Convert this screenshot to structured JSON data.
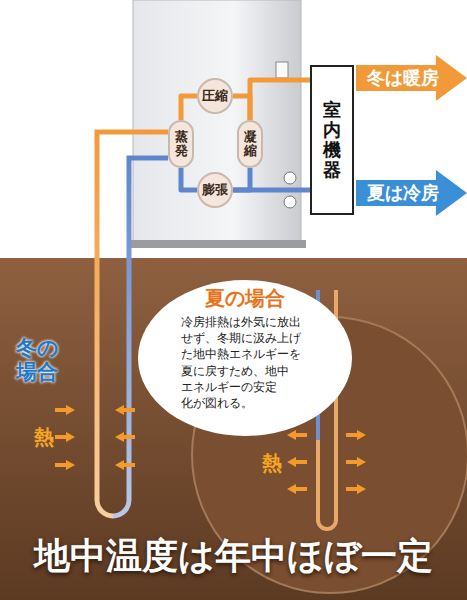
{
  "diagram": {
    "caption": "地中温度は年中ほぼ一定",
    "nodes": [
      {
        "text": [
          "圧縮"
        ]
      },
      {
        "text": [
          "蒸発"
        ]
      },
      {
        "text": [
          "凝縮"
        ]
      },
      {
        "text": [
          "膨張"
        ]
      },
      {
        "text": [
          "室内機器"
        ]
      },
      {
        "text": [
          "冬は暖房"
        ]
      },
      {
        "text": [
          "夏は冷房"
        ]
      },
      {
        "text": [
          "夏の場合",
          "冷房排熱は外気に放出 せず、冬期に汲み上げ た地中熱エネルギーを 夏に戻すため、地中 エネルギーの安定 化が図れる。"
        ]
      }
    ],
    "edges": [
      {
        "from": 0,
        "to": 1,
        "arrow": "none"
      },
      {
        "from": 0,
        "to": 2,
        "arrow": "none"
      },
      {
        "from": 1,
        "to": 3,
        "arrow": "none"
      },
      {
        "from": 2,
        "to": 3,
        "arrow": "none"
      },
      {
        "from": 2,
        "to": 4,
        "arrow": "none"
      },
      {
        "from": 3,
        "to": 4,
        "arrow": "none"
      }
    ],
    "labels": [
      "冬の 場合",
      "熱",
      "熱"
    ]
  }
}
